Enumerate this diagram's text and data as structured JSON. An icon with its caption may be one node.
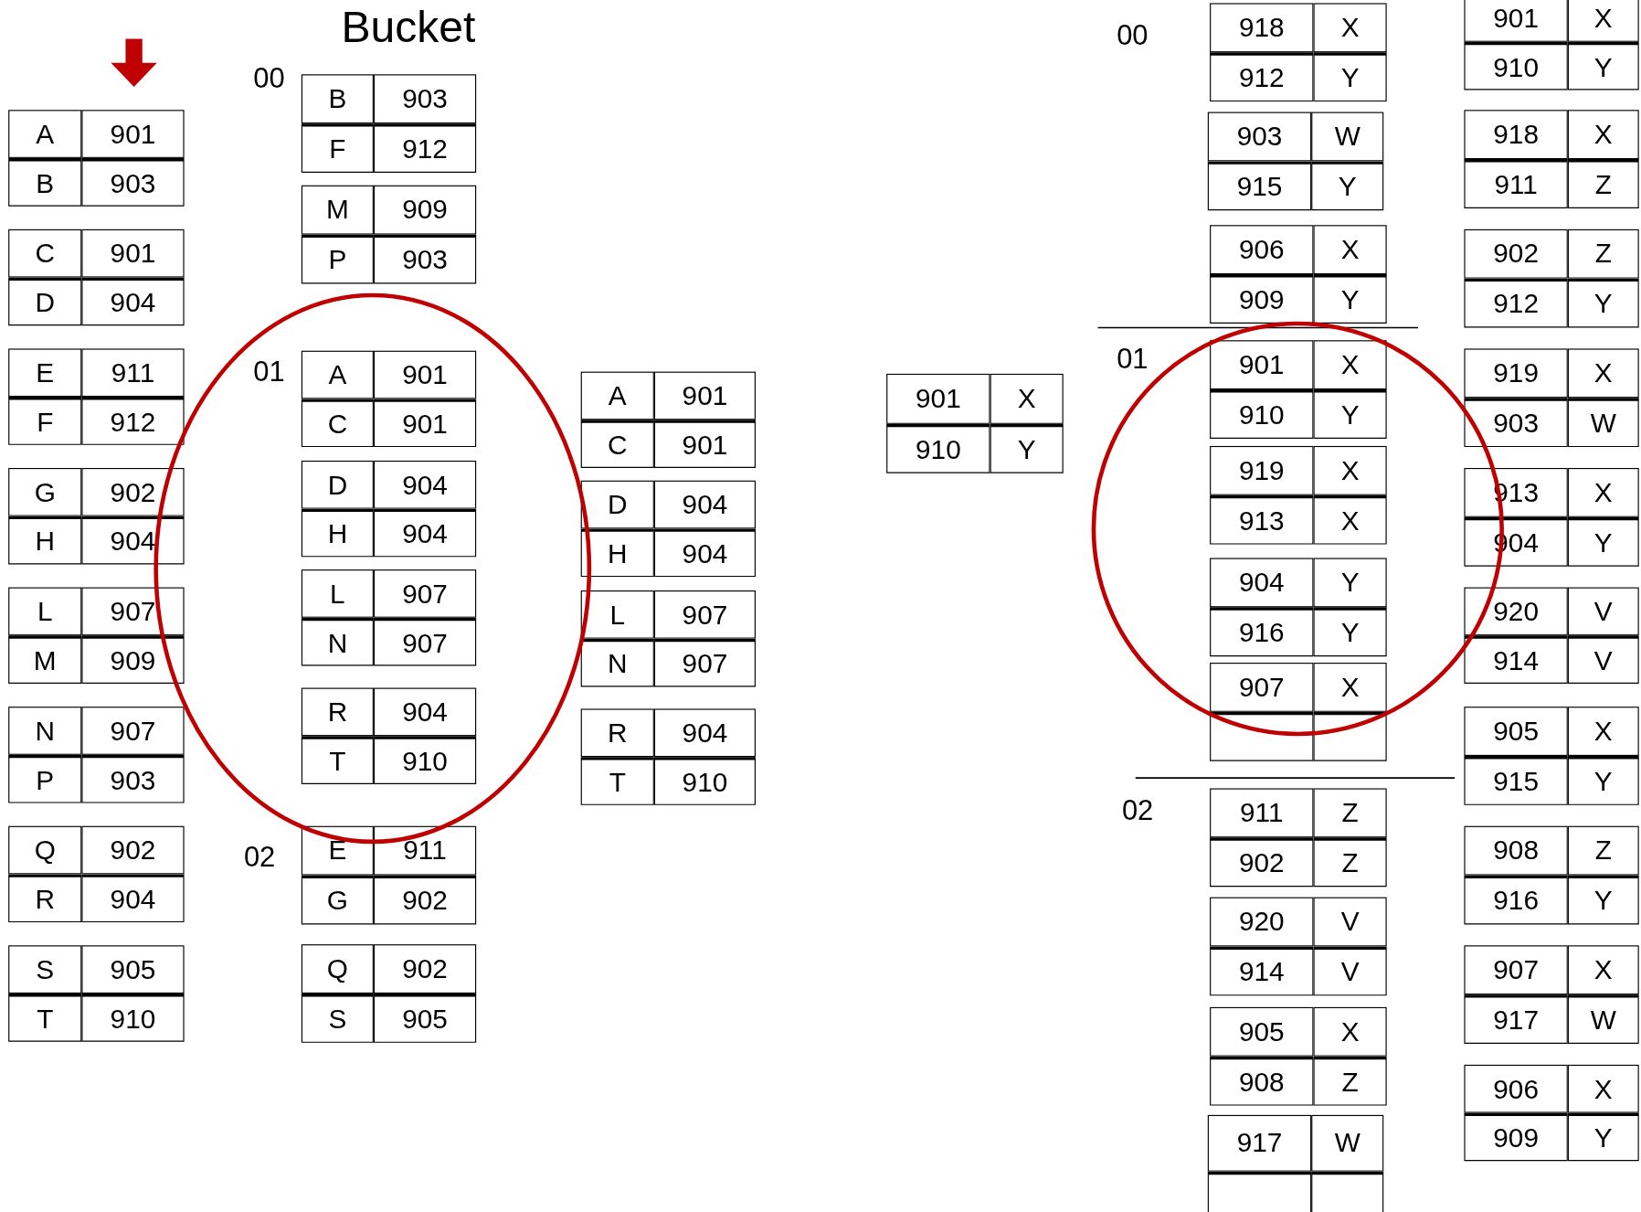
{
  "diagram": {
    "title": "Bucket",
    "nodes": [
      {
        "text": [
          "A",
          "901",
          "B",
          "903"
        ]
      },
      {
        "text": [
          "C",
          "901",
          "D",
          "904"
        ]
      },
      {
        "text": [
          "E",
          "911",
          "F",
          "912"
        ]
      },
      {
        "text": [
          "G",
          "902",
          "H",
          "904"
        ]
      },
      {
        "text": [
          "L",
          "907",
          "M",
          "909"
        ]
      },
      {
        "text": [
          "N",
          "907",
          "P",
          "903"
        ]
      },
      {
        "text": [
          "Q",
          "902",
          "R",
          "904"
        ]
      },
      {
        "text": [
          "S",
          "905",
          "T",
          "910"
        ]
      },
      {
        "text": [
          "B",
          "903",
          "F",
          "912"
        ]
      },
      {
        "text": [
          "M",
          "909",
          "P",
          "903"
        ]
      },
      {
        "text": [
          "A",
          "901",
          "C",
          "901"
        ]
      },
      {
        "text": [
          "D",
          "904",
          "H",
          "904"
        ]
      },
      {
        "text": [
          "L",
          "907",
          "N",
          "907"
        ]
      },
      {
        "text": [
          "R",
          "904",
          "T",
          "910"
        ]
      },
      {
        "text": [
          "E",
          "911",
          "G",
          "902"
        ]
      },
      {
        "text": [
          "Q",
          "902",
          "S",
          "905"
        ]
      },
      {
        "text": [
          "A",
          "901",
          "C",
          "901"
        ]
      },
      {
        "text": [
          "D",
          "904",
          "H",
          "904"
        ]
      },
      {
        "text": [
          "L",
          "907",
          "N",
          "907"
        ]
      },
      {
        "text": [
          "R",
          "904",
          "T",
          "910"
        ]
      },
      {
        "text": [
          "901",
          "X",
          "910",
          "Y"
        ]
      },
      {
        "text": [
          "918",
          "X",
          "912",
          "Y"
        ]
      },
      {
        "text": [
          "903",
          "W",
          "915",
          "Y"
        ]
      },
      {
        "text": [
          "906",
          "X",
          "909",
          "Y"
        ]
      },
      {
        "text": [
          "901",
          "X",
          "910",
          "Y"
        ]
      },
      {
        "text": [
          "919",
          "X",
          "913",
          "X"
        ]
      },
      {
        "text": [
          "904",
          "Y",
          "916",
          "Y"
        ]
      },
      {
        "text": [
          "907",
          "X"
        ]
      },
      {
        "text": [
          "911",
          "Z",
          "902",
          "Z"
        ]
      },
      {
        "text": [
          "920",
          "V",
          "914",
          "V"
        ]
      },
      {
        "text": [
          "905",
          "X",
          "908",
          "Z"
        ]
      },
      {
        "text": [
          "917",
          "W"
        ]
      },
      {
        "text": [
          "901",
          "X",
          "910",
          "Y"
        ]
      },
      {
        "text": [
          "918",
          "X",
          "911",
          "Z"
        ]
      },
      {
        "text": [
          "902",
          "Z",
          "912",
          "Y"
        ]
      },
      {
        "text": [
          "919",
          "X",
          "903",
          "W"
        ]
      },
      {
        "text": [
          "913",
          "X",
          "904",
          "Y"
        ]
      },
      {
        "text": [
          "920",
          "V",
          "914",
          "V"
        ]
      },
      {
        "text": [
          "905",
          "X",
          "915",
          "Y"
        ]
      },
      {
        "text": [
          "908",
          "Z",
          "916",
          "Y"
        ]
      },
      {
        "text": [
          "907",
          "X",
          "917",
          "W"
        ]
      },
      {
        "text": [
          "906",
          "X",
          "909",
          "Y"
        ]
      }
    ],
    "labels": [
      "00",
      "01",
      "02",
      "00",
      "01",
      "02"
    ]
  }
}
